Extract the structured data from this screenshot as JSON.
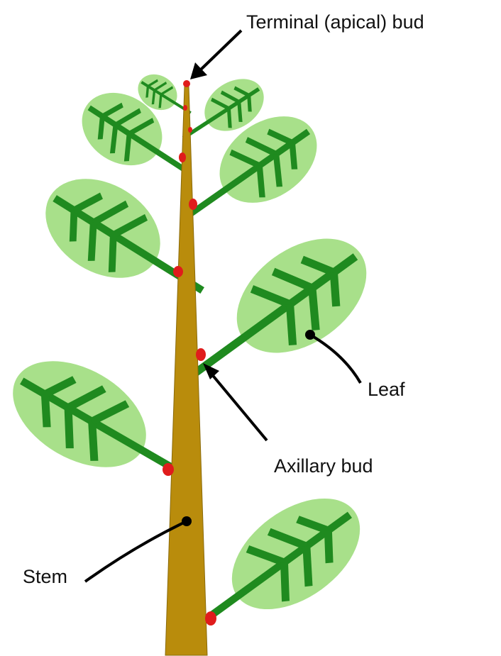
{
  "labels": {
    "terminal_bud": "Terminal (apical) bud",
    "leaf": "Leaf",
    "axillary_bud": "Axillary bud",
    "stem": "Stem"
  },
  "colors": {
    "stem": "#b98c0c",
    "stem_outline": "#8a6a0a",
    "leaf_blade": "#a8e08a",
    "vein": "#1f8a1f",
    "bud": "#e01c1c",
    "leader": "#000000"
  }
}
